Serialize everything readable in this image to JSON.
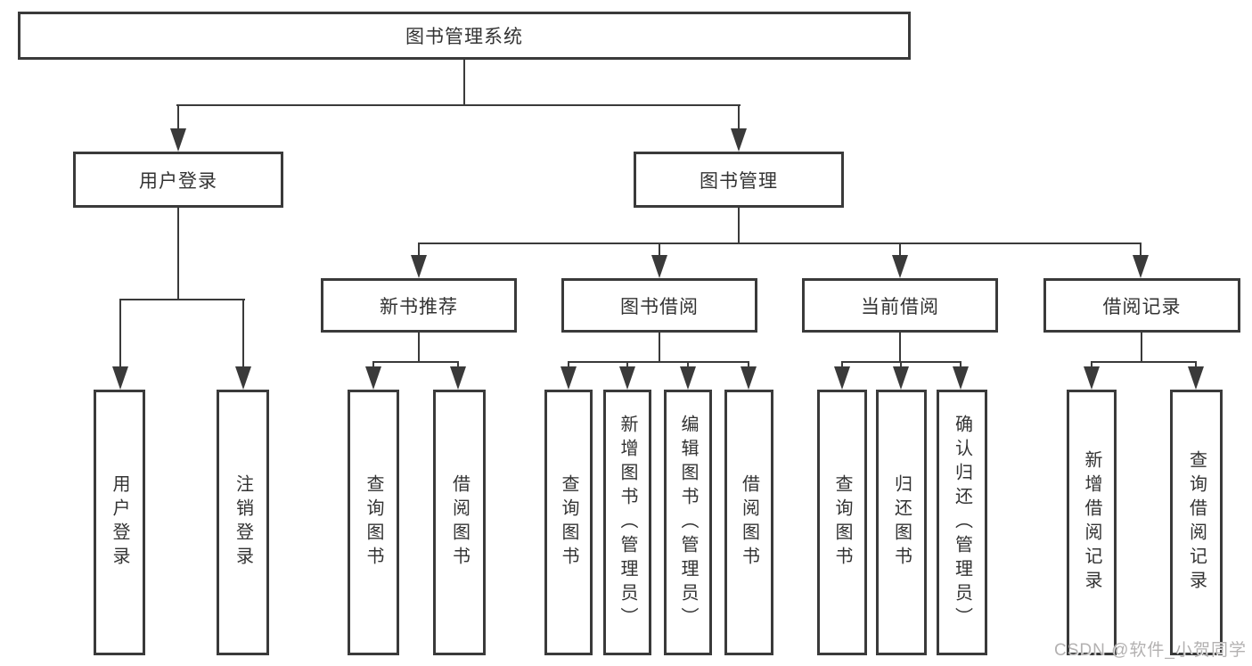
{
  "diagram": {
    "title": "图书管理系统",
    "type": "tree",
    "colors": {
      "line": "#3a3a3a",
      "box_border": "#3a3a3a",
      "text": "#333333",
      "background": "#ffffff",
      "watermark": "#b3b1b1"
    },
    "nodes": {
      "root": "图书管理系统",
      "l2": [
        "用户登录",
        "图书管理"
      ],
      "l3": [
        "新书推荐",
        "图书借阅",
        "当前借阅",
        "借阅记录"
      ],
      "leaves": [
        "用户登录",
        "注销登录",
        "查询图书",
        "借阅图书",
        "查询图书",
        "新增图书（管理员）",
        "编辑图书（管理员）",
        "借阅图书",
        "查询图书",
        "归还图书",
        "确认归还（管理员）",
        "新增借阅记录",
        "查询借阅记录"
      ]
    },
    "structure": {
      "图书管理系统": [
        "用户登录",
        "图书管理"
      ],
      "用户登录": [
        "用户登录",
        "注销登录"
      ],
      "图书管理": [
        "新书推荐",
        "图书借阅",
        "当前借阅",
        "借阅记录"
      ],
      "新书推荐": [
        "查询图书",
        "借阅图书"
      ],
      "图书借阅": [
        "查询图书",
        "新增图书（管理员）",
        "编辑图书（管理员）",
        "借阅图书"
      ],
      "当前借阅": [
        "查询图书",
        "归还图书",
        "确认归还（管理员）"
      ],
      "借阅记录": [
        "新增借阅记录",
        "查询借阅记录"
      ]
    },
    "watermark": "CSDN @软件_小贺同学"
  }
}
